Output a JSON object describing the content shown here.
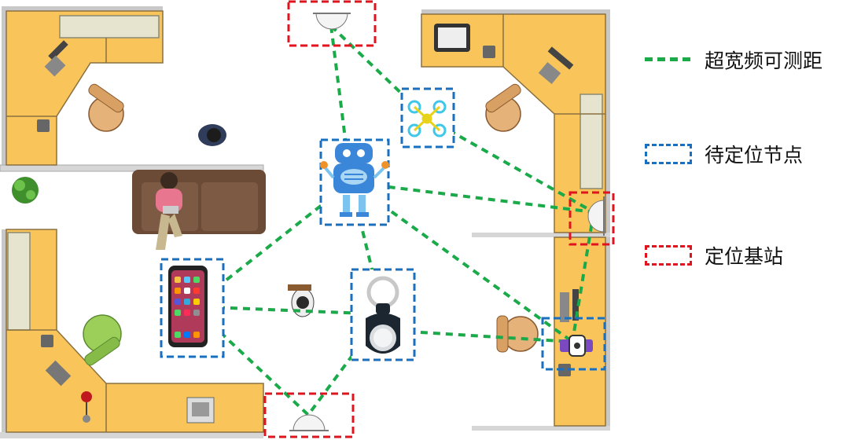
{
  "legend": {
    "ranging": "超宽频可测距",
    "nodes": "待定位节点",
    "anchors": "定位基站"
  },
  "colors": {
    "ranging_line": "#1aaa4a",
    "node_box": "#1a6fbf",
    "anchor_box": "#e0141e",
    "desk": "#f9c55a",
    "wall": "#c8c8c8"
  },
  "icons": {
    "anchors": [
      "base-station-icon",
      "base-station-icon",
      "base-station-icon"
    ],
    "nodes": [
      "drone-icon",
      "robot-icon",
      "smartphone-icon",
      "airtag-icon",
      "smartwatch-icon"
    ]
  }
}
